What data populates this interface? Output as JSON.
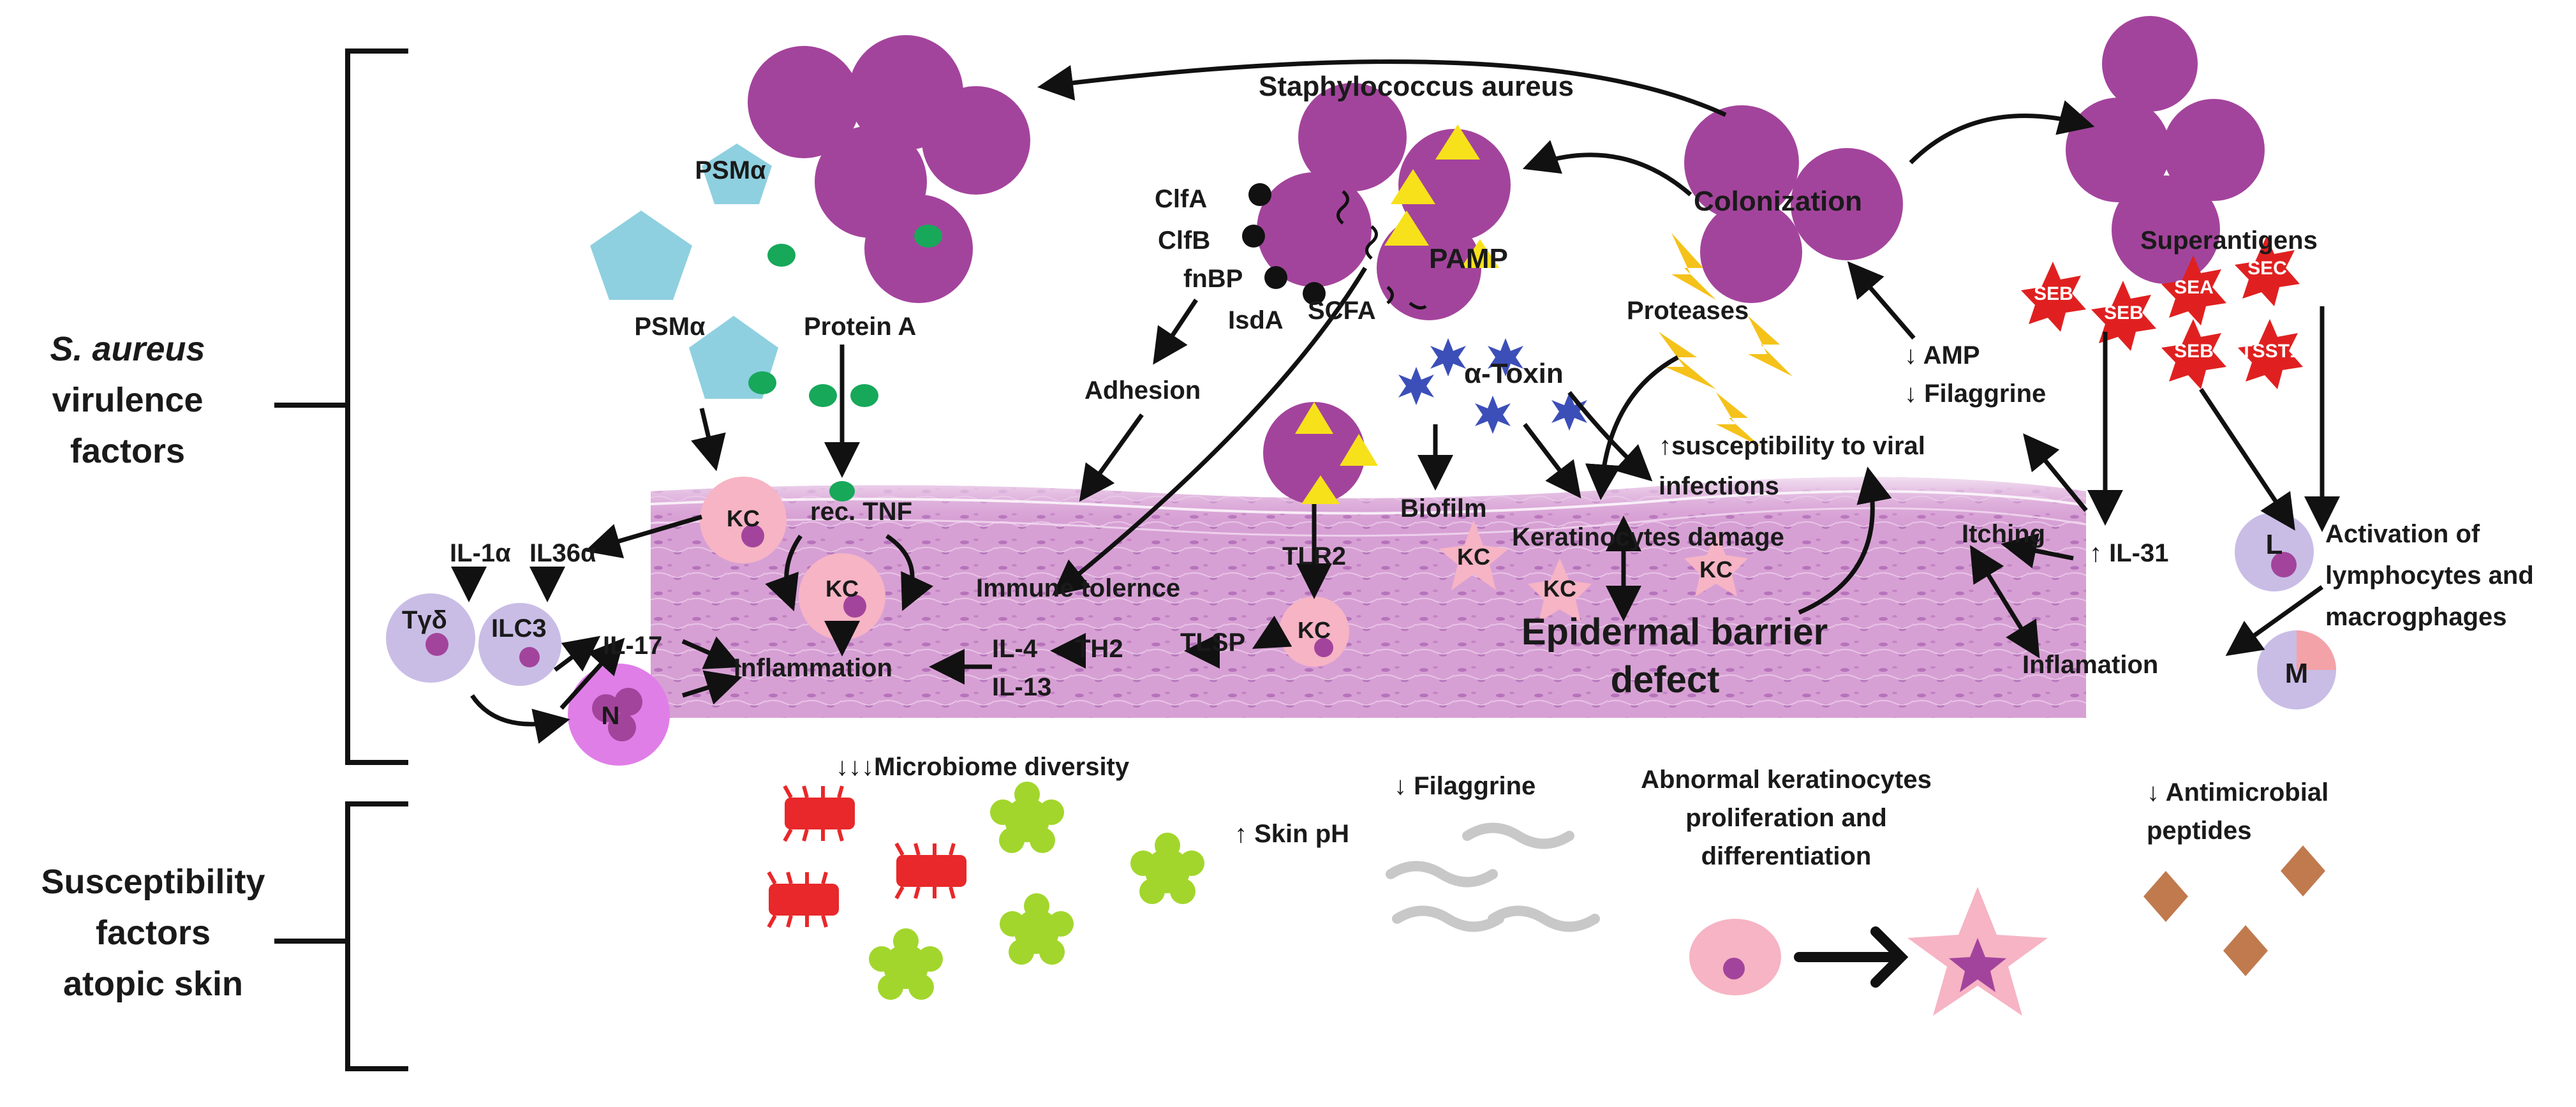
{
  "sections": {
    "virulence": {
      "italic": "S. aureus",
      "line2": "virulence",
      "line3": "factors"
    },
    "susceptibility": {
      "line1": "Susceptibility",
      "line2": "factors",
      "line3": "atopic skin"
    }
  },
  "labels": {
    "staph": "Staphylococcus aureus",
    "psm_a": "PSMα",
    "psm_b": "PSMα",
    "protein_a": "Protein A",
    "clfa": "ClfA",
    "clfb": "ClfB",
    "fnbp": "fnBP",
    "isda": "IsdA",
    "scfa": "SCFA",
    "pamp": "PAMP",
    "colonization": "Colonization",
    "proteases": "Proteases",
    "alpha_toxin": "α-Toxin",
    "adhesion": "Adhesion",
    "susceptibility_viral_1": "↑susceptibility to viral",
    "susceptibility_viral_2": "infections",
    "amp": "↓ AMP",
    "filaggrine_top": "↓ Filaggrine",
    "superantigens": "Superantigens",
    "rec_tnf": "rec. TNF",
    "il1a": "IL-1α",
    "il36a": "IL36α",
    "tgd": "Tγδ",
    "ilc3": "ILC3",
    "il17": "IL-17",
    "n": "N",
    "inflammation": "Inflammation",
    "immune_tolerance": "Immune tolernce",
    "tlr2": "TLR2",
    "il4": "IL-4",
    "il13": "IL-13",
    "th2": "TH2",
    "tlsp": "TLSP",
    "biofilm": "Biofilm",
    "keratinocytes_damage": "Keratinocytes damage",
    "epidermal_1": "Epidermal barrier",
    "epidermal_2": "defect",
    "itching": "Itching",
    "il31": "↑ IL-31",
    "inflamation": "Inflamation",
    "activation_1": "Activation of",
    "activation_2": "lymphocytes and",
    "activation_3": "macrogphages",
    "l": "L",
    "m": "M",
    "kc": "KC",
    "microbiome": "↓↓↓Microbiome diversity",
    "skin_ph": "↑ Skin pH",
    "filaggrine_bottom": "↓ Filaggrine",
    "abnormal_1": "Abnormal keratinocytes",
    "abnormal_2": "proliferation and",
    "abnormal_3": "differentiation",
    "antimicrobial_1": "↓ Antimicrobial",
    "antimicrobial_2": "peptides"
  },
  "toxins": [
    "SEB",
    "SEB",
    "SEA",
    "SEC",
    "SEB",
    "TSST1"
  ],
  "colors": {
    "bacterium": "#a3449c",
    "skin": "#d89ad0",
    "psm": "#8ed0e0",
    "protein_a": "#17a85a",
    "toxin": "#e02020",
    "red_microbe": "#e8282a",
    "green_microbe": "#a2d62c",
    "peptide": "#c07a4e",
    "kc_cell": "#f6b4c4",
    "immune_cell": "#c9bde6",
    "alpha_toxin": "#3c4fb8",
    "lightning": "#f5c21a"
  }
}
